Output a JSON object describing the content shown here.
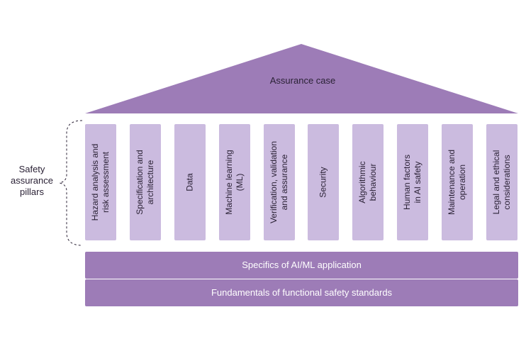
{
  "roof": {
    "label": "Assurance case",
    "color": "#9d7cb7"
  },
  "side_label": {
    "lines": [
      "Safety",
      "assurance",
      "pillars"
    ]
  },
  "pillars": [
    {
      "label": "Hazard analysis and\nrisk assessment"
    },
    {
      "label": "Specification and\narchitecture"
    },
    {
      "label": "Data"
    },
    {
      "label": "Machine learning\n(ML)"
    },
    {
      "label": "Verification, validation\nand assurance"
    },
    {
      "label": "Security"
    },
    {
      "label": "Algorithmic\nbehaviour"
    },
    {
      "label": "Human factors\nin AI safety"
    },
    {
      "label": "Maintenance and\noperation"
    },
    {
      "label": "Legal and ethical\nconsiderations"
    }
  ],
  "bands": {
    "top": "Specifics of AI/ML application",
    "bottom": "Fundamentals of functional safety standards"
  },
  "colors": {
    "pillar": "#cbbbdf",
    "band": "#9d7cb7",
    "text_dark": "#2b2236"
  }
}
